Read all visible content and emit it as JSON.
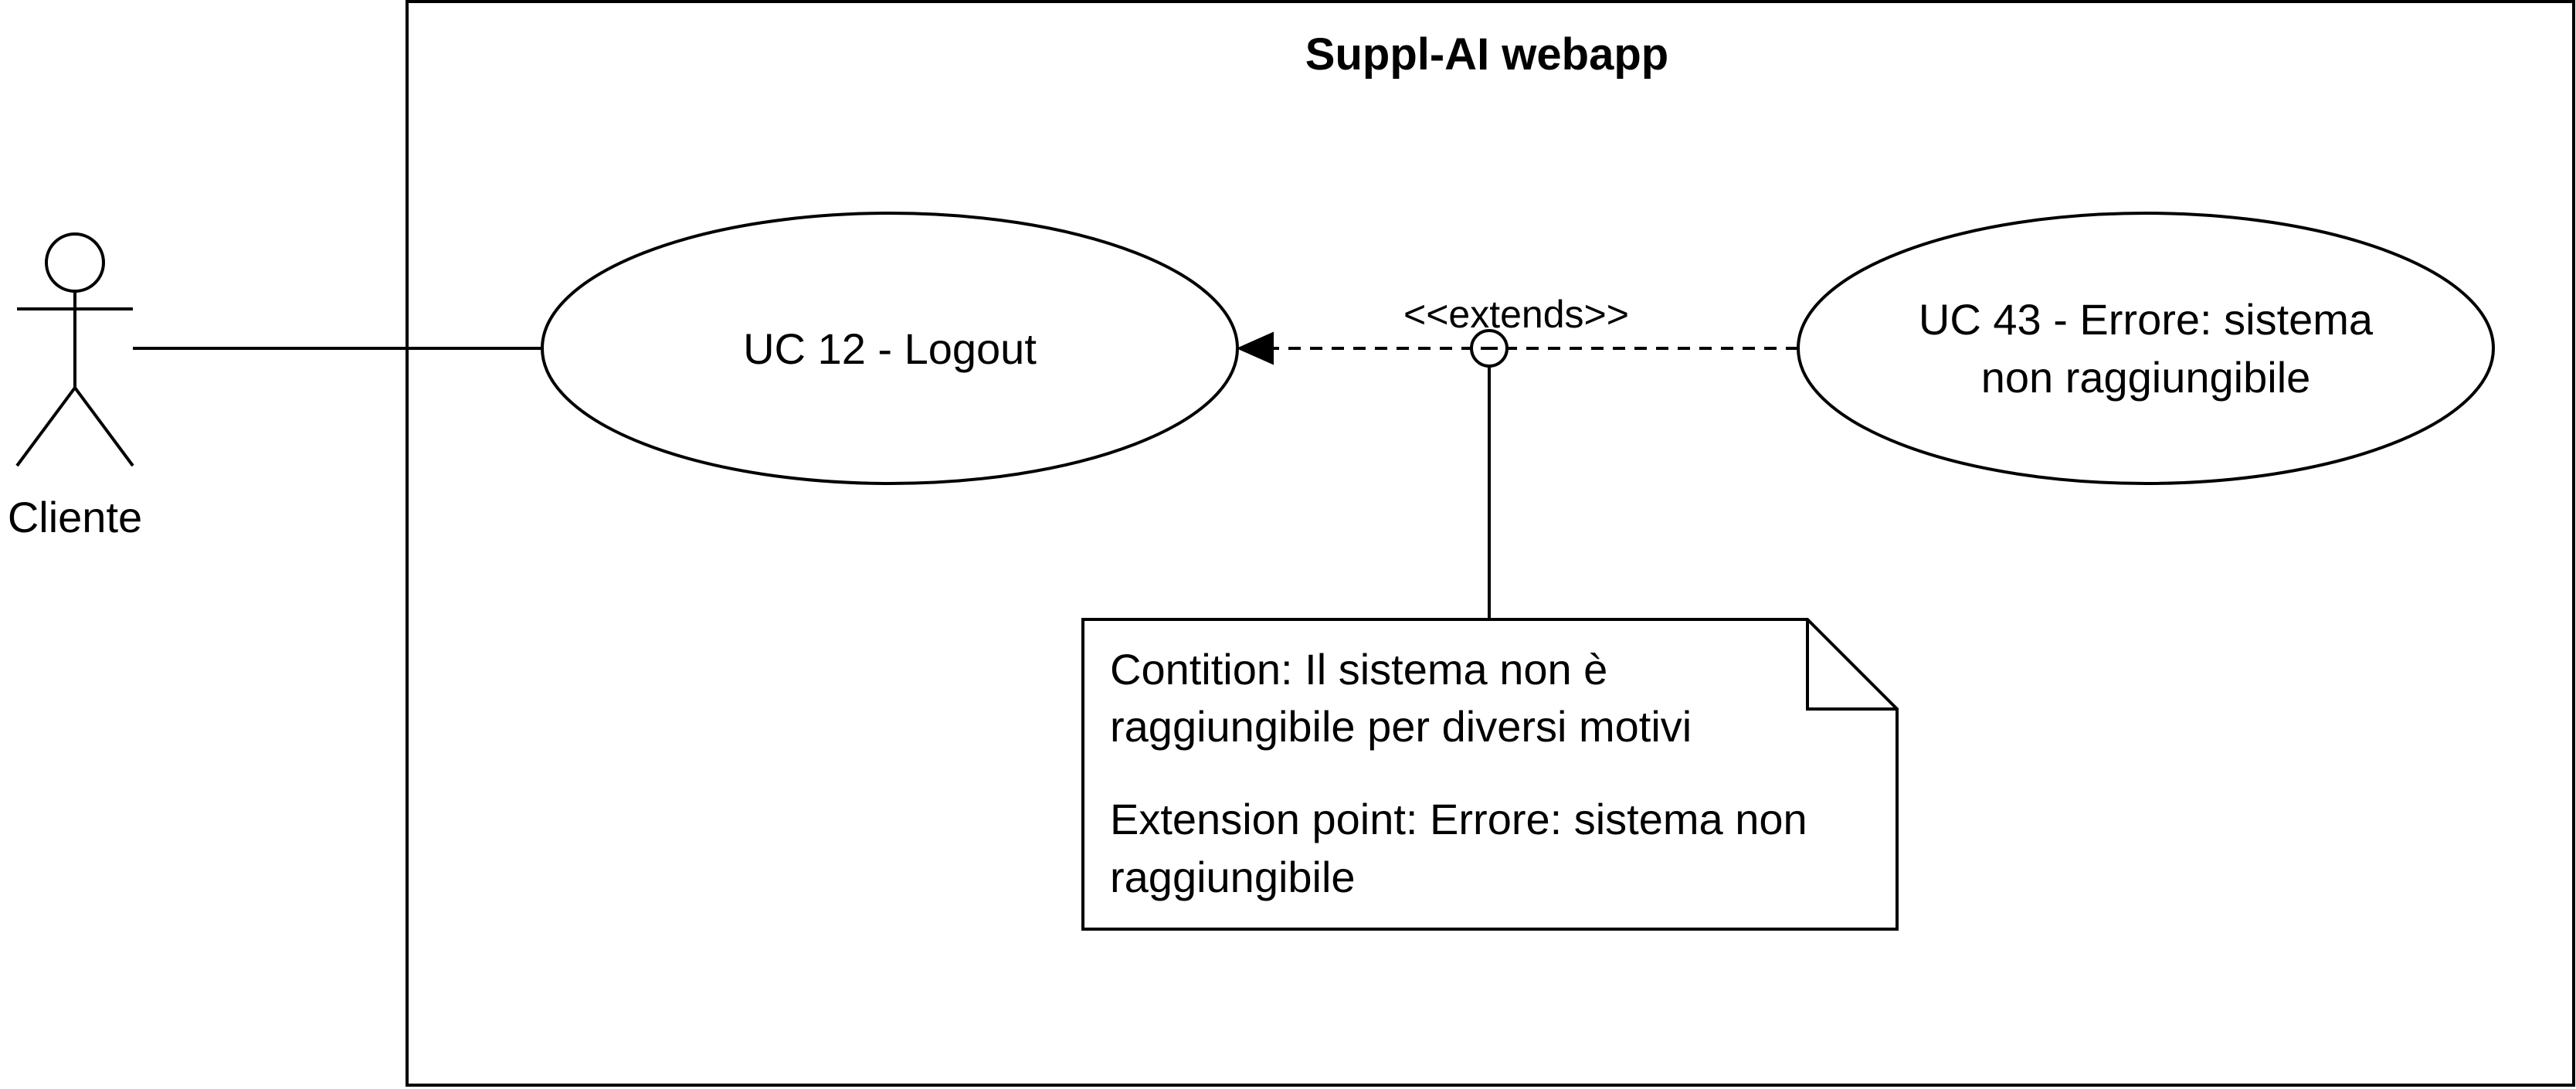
{
  "system": {
    "title": "Suppl-AI webapp"
  },
  "actor": {
    "label": "Cliente"
  },
  "use_cases": {
    "logout": {
      "label": "UC 12 - Logout"
    },
    "error": {
      "line1": "UC 43 - Errore: sistema",
      "line2": "non raggiungibile"
    }
  },
  "relation": {
    "stereotype": "<<extends>>"
  },
  "note": {
    "condition_line1": "Contition: Il sistema non è",
    "condition_line2": "raggiungibile per diversi motivi",
    "extension_line1": "Extension point: Errore: sistema non",
    "extension_line2": "raggiungibile"
  }
}
